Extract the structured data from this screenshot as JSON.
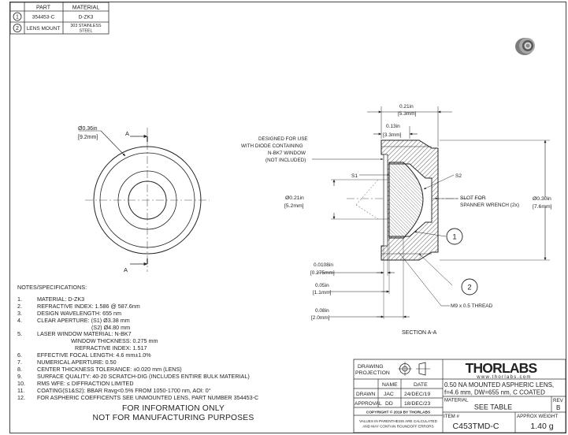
{
  "parts_table": {
    "headers": [
      "PART",
      "MATERIAL"
    ],
    "rows": [
      {
        "index": "1",
        "part": "354453-C",
        "material": "D-ZK3"
      },
      {
        "index": "2",
        "part": "LENS MOUNT",
        "material_line1": "303 STAINLESS",
        "material_line2": "STEEL"
      }
    ]
  },
  "front_view": {
    "diameter": "Ø0.36in",
    "diameter_mm": "[9.2mm]",
    "section_mark_top": "A",
    "section_mark_bottom": "A"
  },
  "section_view": {
    "dim_top_total": "0.21in",
    "dim_top_total_mm": "[5.3mm]",
    "dim_top_inner": "0.13in",
    "dim_top_inner_mm": "[3.3mm]",
    "window_note_line1": "DESIGNED FOR USE",
    "window_note_line2": "WITH DIODE CONTAINING",
    "window_note_line3": "N-BK7 WINDOW",
    "window_note_line4": "(NOT INCLUDED)",
    "s1_label": "S1",
    "s2_label": "S2",
    "left_diameter": "Ø0.21in",
    "left_diameter_mm": "[5.2mm]",
    "right_diameter": "Ø0.30in",
    "right_diameter_mm": "[7.6mm]",
    "slot_note_line1": "SLOT FOR",
    "slot_note_line2": "SPANNER WRENCH (2x)",
    "balloon_1": "1",
    "balloon_2": "2",
    "dim_window": "0.0108in",
    "dim_window_mm": "[0.275mm]",
    "dim_a": "0.05in",
    "dim_a_mm": "[1.1mm]",
    "dim_b": "0.08in",
    "dim_b_mm": "[2.0mm]",
    "thread_note": "M9 x 0.5 THREAD",
    "section_label": "SECTION A-A"
  },
  "notes": {
    "heading": "NOTES/SPECIFICATIONS:",
    "items": [
      {
        "num": "1.",
        "text": "MATERIAL: D-ZK3"
      },
      {
        "num": "2.",
        "text": "REFRACTIVE INDEX: 1.586 @ 587.6nm"
      },
      {
        "num": "3.",
        "text": "DESIGN WAVELENGTH: 655 nm"
      },
      {
        "num": "4.",
        "text": "CLEAR APERTURE: (S1) Ø3.38 mm"
      },
      {
        "num": "",
        "text": "(S2) Ø4.80 mm"
      },
      {
        "num": "5.",
        "text": "LASER WINDOW MATERIAL: N-BK7"
      },
      {
        "num": "",
        "text": "WINDOW THICKNESS: 0.275 mm"
      },
      {
        "num": "",
        "text": "REFRACTIVE INDEX: 1.517"
      },
      {
        "num": "6.",
        "text": "EFFECTIVE FOCAL LENGTH: 4.6 mm±1.0%"
      },
      {
        "num": "7.",
        "text": "NUMERICAL APERTURE: 0.50"
      },
      {
        "num": "8.",
        "text": "CENTER THICKNESS TOLERANCE: ±0.020 mm (LENS)"
      },
      {
        "num": "9.",
        "text": "SURFACE QUALITY: 40-20 SCRATCH-DIG (INCLUDES ENTIRE BULK MATERIAL)"
      },
      {
        "num": "10.",
        "text": "RMS WFE: ≤ DIFFRACTION LIMITED"
      },
      {
        "num": "11.",
        "text": "COATING(S1&S2): BBAR Ravg<0.5% FROM 1050-1700 nm, AOI: 0°"
      },
      {
        "num": "12.",
        "text": "FOR ASPHERIC COEFFICENTS SEE UNMOUNTED LENS, PART NUMBER 354453-C"
      }
    ]
  },
  "info": {
    "line1": "FOR INFORMATION ONLY",
    "line2": "NOT FOR MANUFACTURING PURPOSES"
  },
  "title_block": {
    "projection_line1": "DRAWING",
    "projection_line2": "PROJECTION",
    "brand": "THORLABS",
    "website": "www.thorlabs.com",
    "name_header": "NAME",
    "date_header": "DATE",
    "drawn_label": "DRAWN",
    "drawn_name": "JAC",
    "drawn_date": "24/DEC/19",
    "approval_label": "APPROVAL",
    "approval_name": "DD",
    "approval_date": "18/DEC/23",
    "copyright": "COPYRIGHT © 2019 BY THORLABS",
    "disclaimer_line1": "VALUES IN PARENTHESIS ARE CALCULATED",
    "disclaimer_line2": "AND MAY CONTAIN ROUNDOFF ERRORS",
    "description_line1": "0.50 NA MOUNTED ASPHERIC LENS,",
    "description_line2": "f=4.6 mm, DW=655 nm, C COATED",
    "material_label": "MATERIAL",
    "material_value": "SEE TABLE",
    "rev_label": "REV",
    "rev_value": "B",
    "item_label": "ITEM #",
    "item_value": "C453TMD-C",
    "weight_label": "APPROX WEIGHT",
    "weight_value": "1.40 g"
  }
}
